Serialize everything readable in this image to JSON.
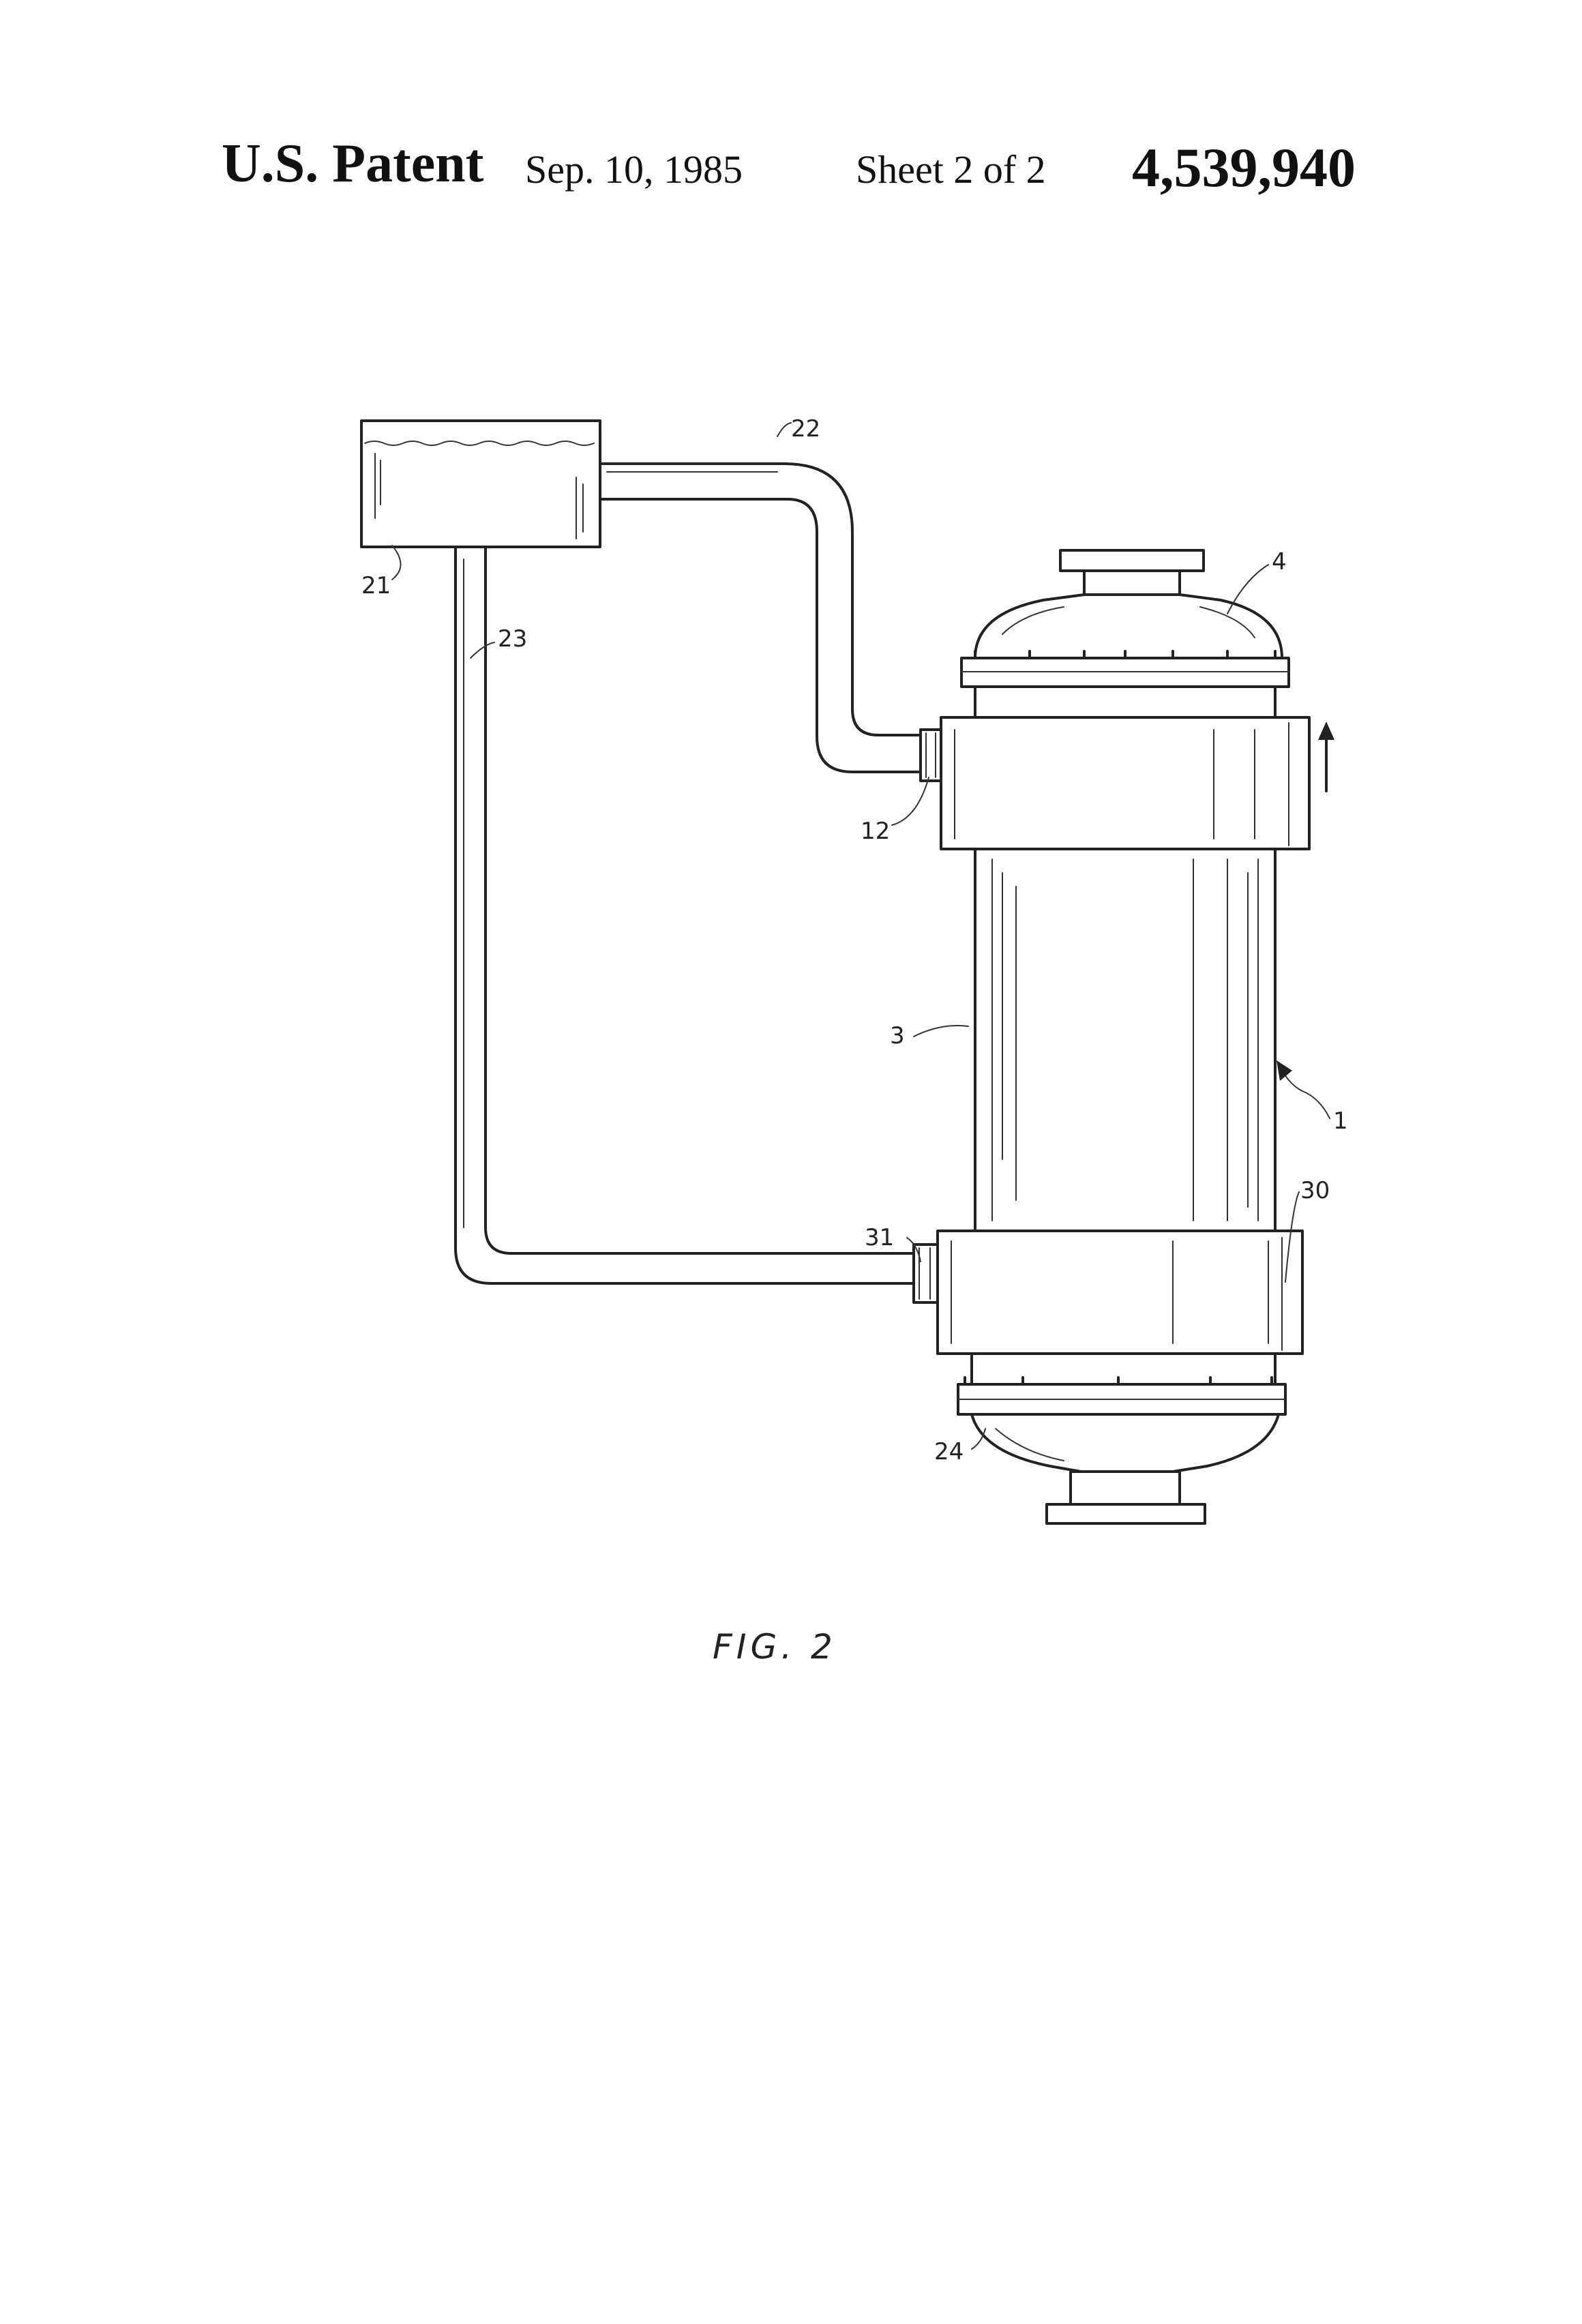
{
  "header": {
    "patent_label": "U.S. Patent",
    "date": "Sep. 10, 1985",
    "sheet": "Sheet 2 of 2",
    "patent_number": "4,539,940"
  },
  "figure": {
    "caption": "FIG. 2",
    "references": {
      "r1": "1",
      "r3": "3",
      "r4": "4",
      "r12": "12",
      "r21": "21",
      "r22": "22",
      "r23": "23",
      "r24": "24",
      "r30": "30",
      "r31": "31"
    }
  }
}
